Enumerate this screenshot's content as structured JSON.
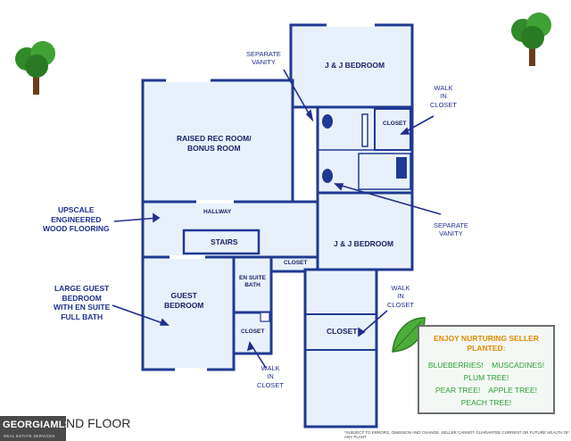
{
  "rooms": {
    "jj_bedroom_top": "J & J BEDROOM",
    "raised_rec_room": "RAISED REC ROOM/\nBONUS ROOM",
    "closet_upper": "CLOSET",
    "hallway": "HALLWAY",
    "stairs": "STAIRS",
    "jj_bedroom_mid": "J & J BEDROOM",
    "closet_mid": "CLOSET",
    "guest_bedroom": "GUEST\nBEDROOM",
    "en_suite_bath": "EN SUITE\nBATH",
    "closet_small": "CLOSET",
    "closet_large": "CLOSET"
  },
  "callouts": {
    "separate_vanity_top": "SEPARATE\nVANITY",
    "walk_in_closet_top": "WALK\nIN\nCLOSET",
    "upscale_flooring": "UPSCALE\nENGINEERED\nWOOD FLOORING",
    "separate_vanity_mid": "SEPARATE\nVANITY",
    "large_guest_bedroom": "LARGE GUEST\nBEDROOM\nWITH EN SUITE\nFULL BATH",
    "walk_in_closet_mid": "WALK\nIN\nCLOSET",
    "walk_in_closet_bottom": "WALK\nIN\nCLOSET"
  },
  "promo": {
    "title": "ENJOY NURTURING SELLER\nPLANTED:",
    "lines": [
      "BLUEBERRIES!    MUSCADINES!",
      "PLUM TREE!",
      "PEAR TREE!    APPLE TREE!",
      "PEACH TREE!"
    ]
  },
  "footer": {
    "brand": "GEORGIAMLS",
    "brand_sub": "REAL ESTATE SERVICES",
    "floor_label": "ND FLOOR",
    "disclaimer": "*SUBJECT TO ERRORS, OMISSION AND CHANGE. SELLER CANNOT GUARANTEE CURRENT OR FUTURE HEALTH OF ANY PLANT"
  },
  "colors": {
    "wall": "#1f3a93",
    "floor_fill": "#e8f1fb",
    "label": "#1a2366",
    "callout": "#1f2f8c",
    "promo_title": "#e08a00",
    "promo_text": "#2aa134"
  },
  "icons": [
    "tree-icon",
    "leaf-icon",
    "tub-icon",
    "sink-icon"
  ]
}
